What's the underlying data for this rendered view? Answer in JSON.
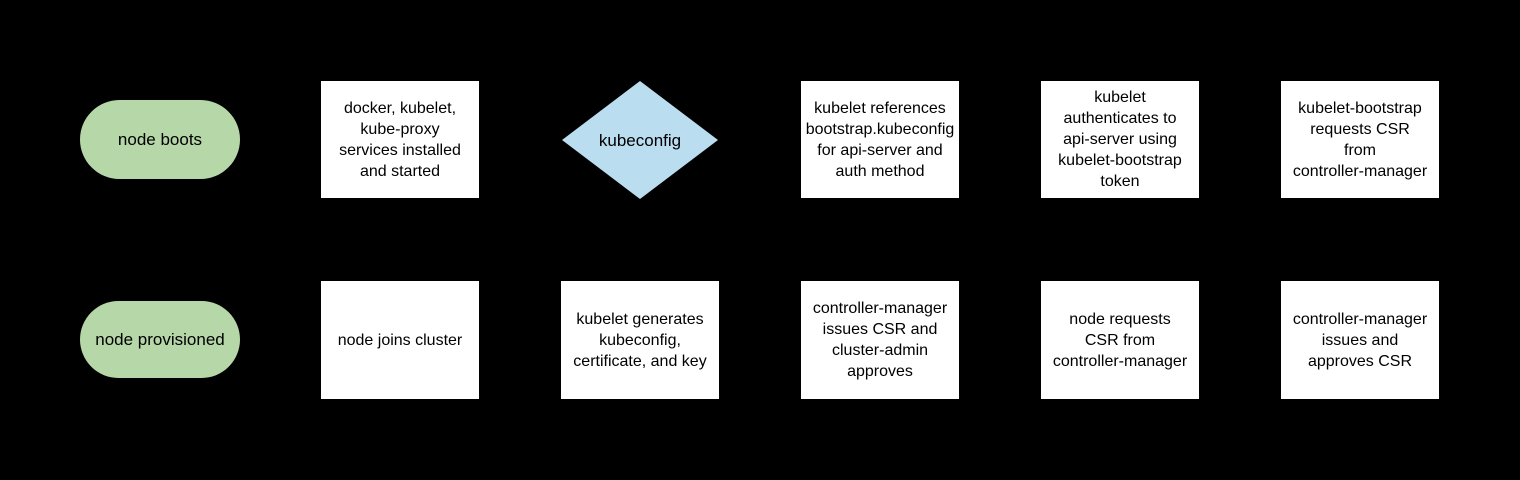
{
  "diagram": {
    "colors": {
      "background": "#000000",
      "terminal_fill": "#b6d7a8",
      "process_fill": "#ffffff",
      "decision_fill": "#bbddf0",
      "text": "#000000"
    },
    "rows": [
      {
        "name": "node-bootstrap-top-row",
        "nodes": [
          {
            "id": "node-boots",
            "type": "terminal",
            "label": "node boots"
          },
          {
            "id": "services-installed",
            "type": "process",
            "label": "docker, kubelet,\nkube-proxy\nservices installed\nand started"
          },
          {
            "id": "kubeconfig",
            "type": "decision",
            "label": "kubeconfig"
          },
          {
            "id": "kubelet-references-bootstrap-kubeconfig",
            "type": "process",
            "label": "kubelet references\nbootstrap.kubeconfig\nfor api-server and\nauth method"
          },
          {
            "id": "kubelet-authenticates",
            "type": "process",
            "label": "kubelet\nauthenticates to\napi-server using\nkubelet-bootstrap\ntoken"
          },
          {
            "id": "kubelet-bootstrap-requests-csr",
            "type": "process",
            "label": "kubelet-bootstrap\nrequests CSR\nfrom\ncontroller-manager"
          }
        ]
      },
      {
        "name": "node-bootstrap-bottom-row",
        "nodes": [
          {
            "id": "node-provisioned",
            "type": "terminal",
            "label": "node provisioned"
          },
          {
            "id": "node-joins-cluster",
            "type": "process",
            "label": "node joins cluster"
          },
          {
            "id": "kubelet-generates",
            "type": "process",
            "label": "kubelet generates\nkubeconfig,\ncertificate, and key"
          },
          {
            "id": "controller-manager-issues-csr-cluster-admin-approves",
            "type": "process",
            "label": "controller-manager\nissues CSR and\ncluster-admin\napproves"
          },
          {
            "id": "node-requests-csr",
            "type": "process",
            "label": "node requests\nCSR from\ncontroller-manager"
          },
          {
            "id": "controller-manager-issues-and-approves-csr",
            "type": "process",
            "label": "controller-manager\nissues and\napproves CSR"
          }
        ]
      }
    ]
  }
}
